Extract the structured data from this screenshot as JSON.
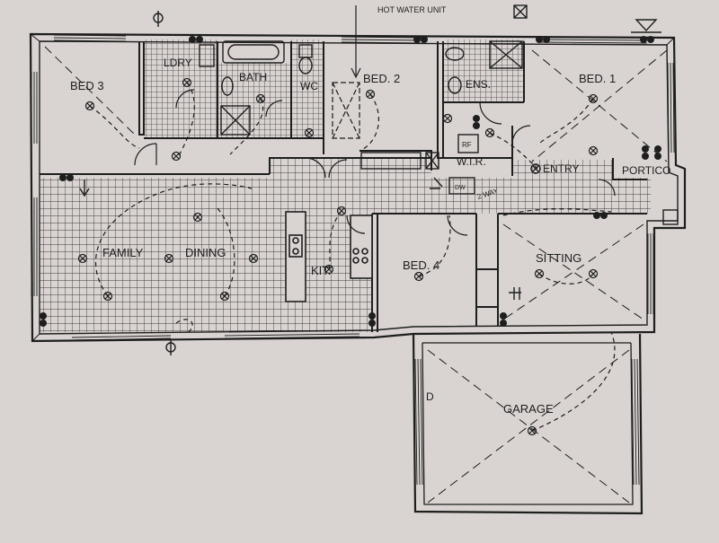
{
  "annotation": {
    "top_line": "HOT WATER UNIT"
  },
  "rooms": {
    "bed3": "BED 3",
    "lndry": "LDRY",
    "bath": "BATH",
    "wc": "WC",
    "bed2": "BED. 2",
    "ens": "ENS.",
    "bed1": "BED. 1",
    "wir": "W.I.R.",
    "rf": "RF",
    "entry": "ENTRY",
    "portico": "PORTICO",
    "dw": "DW",
    "two_way": "2 WAY",
    "family": "FAMILY",
    "dining": "DINING",
    "kit": "KIT.",
    "bed4": "BED. 4",
    "sitting": "SITTING",
    "garage": "GARAGE",
    "garage_d": "D"
  },
  "colors": {
    "paper": "#d9d4d1",
    "ink": "#1e1e1e",
    "tile": "#3a3a3a"
  }
}
